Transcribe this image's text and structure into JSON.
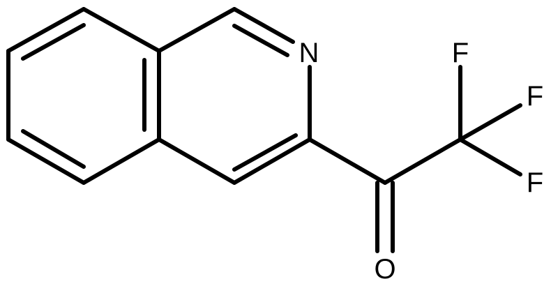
{
  "structure": {
    "atoms": {
      "nitrogen": "N",
      "oxygen": "O",
      "fluorine_top": "F",
      "fluorine_middle": "F",
      "fluorine_bottom": "F"
    },
    "colors": {
      "bond": "#000000",
      "label": "#000000",
      "background": "#ffffff"
    }
  }
}
